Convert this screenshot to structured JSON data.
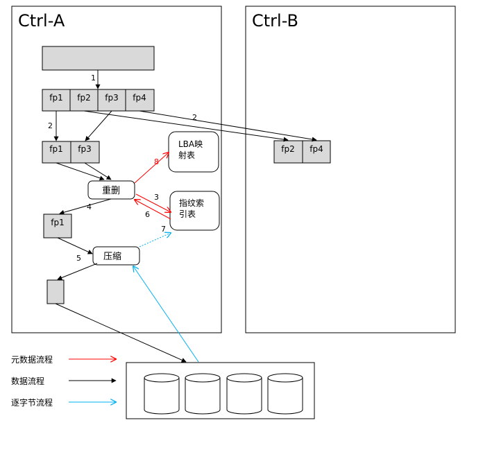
{
  "controllers": {
    "a": {
      "title": "Ctrl-A"
    },
    "b": {
      "title": "Ctrl-B"
    }
  },
  "blocks": {
    "row1": [
      "fp1",
      "fp2",
      "fp3",
      "fp4"
    ],
    "row2": [
      "fp1",
      "fp3"
    ],
    "remote": [
      "fp2",
      "fp4"
    ],
    "single": "fp1"
  },
  "nodes": {
    "lba_line1": "LBA映",
    "lba_line2": "射表",
    "fp_index_line1": "指纹索",
    "fp_index_line2": "引表",
    "dedup": "重删",
    "compress": "压缩"
  },
  "steps": {
    "s1": "1",
    "s2_left": "2",
    "s2_right": "2",
    "s3": "3",
    "s4": "4",
    "s5": "5",
    "s6": "6",
    "s7": "7",
    "s8": "8"
  },
  "legend": {
    "metadata": "元数据流程",
    "data": "数据流程",
    "byte": "逐字节流程"
  },
  "colors": {
    "metadata": "#ff0000",
    "data": "#000000",
    "byte": "#00b0f0",
    "block_fill": "#d9d9d9"
  },
  "disk_icons": [
    "disk-icon",
    "disk-icon",
    "disk-icon",
    "disk-icon"
  ]
}
